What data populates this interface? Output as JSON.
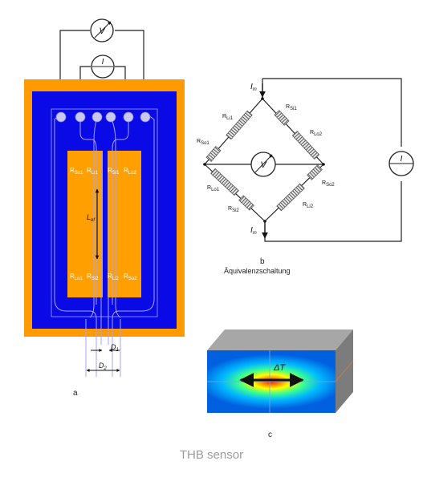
{
  "panel_a": {
    "label": "a",
    "meter_label": "V",
    "source_label": "I",
    "resistors_top": [
      {
        "main": "R",
        "sub": "So1"
      },
      {
        "main": "R",
        "sub": "Li1"
      },
      {
        "main": "R",
        "sub": "Si1"
      },
      {
        "main": "R",
        "sub": "Lo2"
      }
    ],
    "resistors_bottom": [
      {
        "main": "R",
        "sub": "Lo1"
      },
      {
        "main": "R",
        "sub": "Si2"
      },
      {
        "main": "R",
        "sub": "Li2"
      },
      {
        "main": "R",
        "sub": "So2"
      }
    ],
    "length_label": {
      "main": "L",
      "sub": "ef"
    },
    "d1_label": {
      "main": "D",
      "sub": "1"
    },
    "d2_label": {
      "main": "D",
      "sub": "2"
    },
    "colors": {
      "substrate": "#ff9a00",
      "insulator": "#0a0ae6",
      "heater": "#ffa000"
    }
  },
  "panel_b": {
    "label": "b",
    "subtitle": "Äquivalenzschaltung",
    "meter_label": "V",
    "source_label": "I",
    "current_top": {
      "main": "I",
      "sub": "m"
    },
    "current_bottom": {
      "main": "I",
      "sub": "m"
    },
    "resistors": {
      "r_si1": {
        "main": "R",
        "sub": "Si1"
      },
      "r_lo2": {
        "main": "R",
        "sub": "Lo2"
      },
      "r_li1": {
        "main": "R",
        "sub": "Li1"
      },
      "r_so1": {
        "main": "R",
        "sub": "So1"
      },
      "r_so2": {
        "main": "R",
        "sub": "So2"
      },
      "r_lo1": {
        "main": "R",
        "sub": "Lo1"
      },
      "r_si2": {
        "main": "R",
        "sub": "Si2"
      },
      "r_li2": {
        "main": "R",
        "sub": "Li2"
      }
    }
  },
  "panel_c": {
    "label": "c",
    "delta_label": "ΔT"
  },
  "caption": "THB sensor"
}
